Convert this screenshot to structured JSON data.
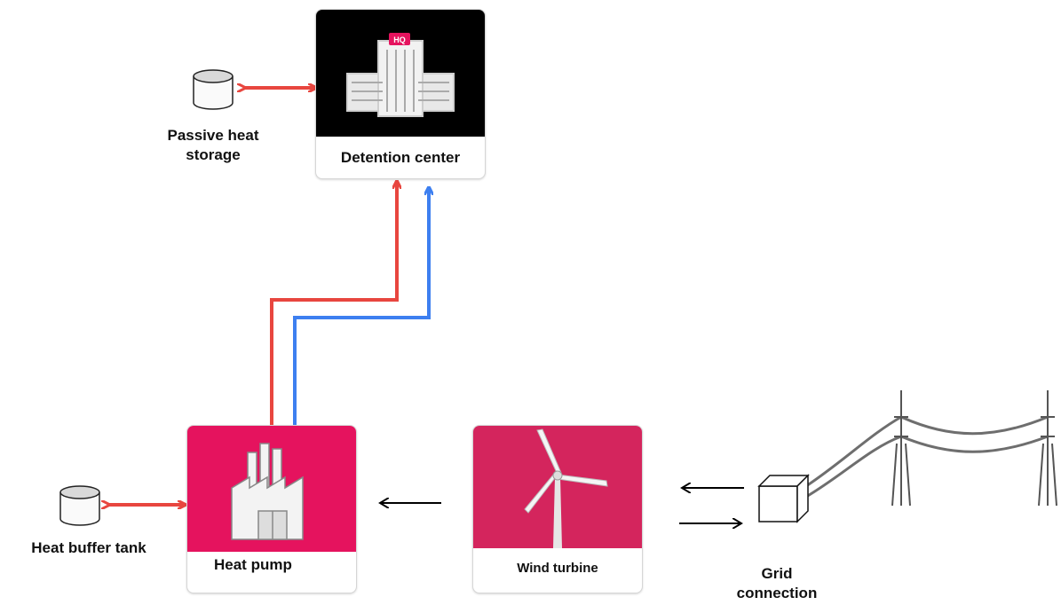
{
  "nodes": {
    "detention_center": "Detention center",
    "passive_storage": "Passive heat\nstorage",
    "heat_pump": "Heat pump",
    "heat_buffer": "Heat buffer tank",
    "wind_turbine": "Wind turbine",
    "grid_connection": "Grid\nconnection"
  },
  "badges": {
    "hq": "HQ"
  },
  "colors": {
    "heat_flow": "#e8463f",
    "cold_flow": "#3d7ff0",
    "power_flow": "#000000",
    "heat_pump_tile": "#e5135e",
    "wind_turbine_tile": "#d4255d",
    "detention_tile": "#000000"
  },
  "icons": [
    "hq-building-icon",
    "factory-icon",
    "wind-turbine-icon",
    "storage-cylinder-icon",
    "grid-cube-icon",
    "power-line-icon"
  ]
}
